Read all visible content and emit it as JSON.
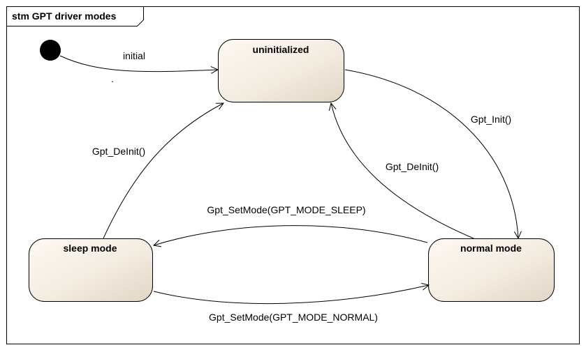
{
  "frame": {
    "title": "stm GPT driver modes"
  },
  "states": {
    "uninitialized": {
      "label": "uninitialized"
    },
    "sleep": {
      "label": "sleep mode"
    },
    "normal": {
      "label": "normal mode"
    }
  },
  "transitions": {
    "initial": {
      "label": "initial",
      "guard": "."
    },
    "init": {
      "label": "Gpt_Init()"
    },
    "deinit_from_normal": {
      "label": "Gpt_DeInit()"
    },
    "deinit_from_sleep": {
      "label": "Gpt_DeInit()"
    },
    "to_sleep": {
      "label": "Gpt_SetMode(GPT_MODE_SLEEP)"
    },
    "to_normal": {
      "label": "Gpt_SetMode(GPT_MODE_NORMAL)"
    }
  },
  "colors": {
    "state_fill_light": "#fbf6ee",
    "state_fill_dark": "#e3d9c9",
    "initial_node": "#000000"
  }
}
